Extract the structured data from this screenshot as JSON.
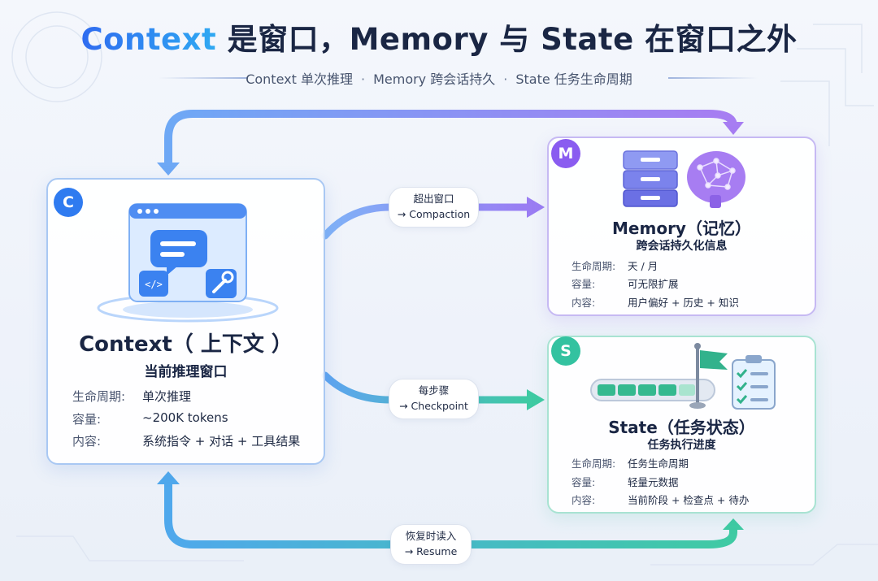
{
  "title": {
    "part1": "Context",
    "part2": " 是窗口，Memory 与 State 在窗口之外"
  },
  "subtitle": {
    "item1": "Context 单次推理",
    "sep": "·",
    "item2": "Memory 跨会话持久",
    "item3": "State 任务生命周期"
  },
  "context": {
    "badge": "C",
    "title": "Context（ 上下文 ）",
    "subtitle": "当前推理窗口",
    "rows": [
      {
        "key": "生命周期:",
        "value": "单次推理"
      },
      {
        "key": "容量:",
        "value": "~200K tokens"
      },
      {
        "key": "内容:",
        "value": "系统指令 + 对话 + 工具结果"
      }
    ]
  },
  "memory": {
    "badge": "M",
    "title": "Memory（记忆）",
    "subtitle": "跨会话持久化信息",
    "rows": [
      {
        "key": "生命周期:",
        "value": "天 / 月"
      },
      {
        "key": "容量:",
        "value": "可无限扩展"
      },
      {
        "key": "内容:",
        "value": "用户偏好 + 历史 + 知识"
      }
    ]
  },
  "state": {
    "badge": "S",
    "title": "State（任务状态）",
    "subtitle": "任务执行进度",
    "rows": [
      {
        "key": "生命周期:",
        "value": "任务生命周期"
      },
      {
        "key": "容量:",
        "value": "轻量元数据"
      },
      {
        "key": "内容:",
        "value": "当前阶段  + 检查点 + 待办"
      }
    ]
  },
  "arrows": {
    "compaction": {
      "line1": "超出窗口",
      "line2": "→ Compaction"
    },
    "checkpoint": {
      "line1": "每步骤",
      "line2": "→ Checkpoint"
    },
    "resume": {
      "line1": "恢复时读入",
      "line2": "→ Resume"
    }
  },
  "colors": {
    "context": "#2f7bf0",
    "memory": "#8a5cf0",
    "state": "#33c2a0"
  }
}
